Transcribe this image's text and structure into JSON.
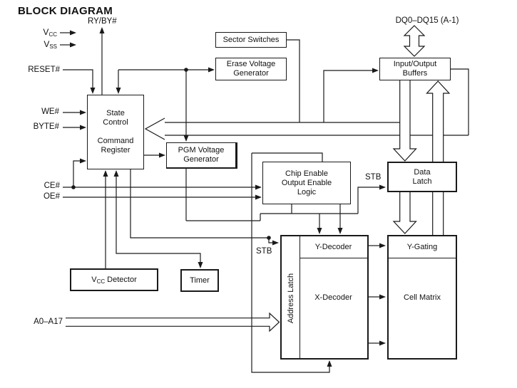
{
  "title": "BLOCK DIAGRAM",
  "labels": {
    "ryby": "RY/BY#",
    "vcc": {
      "base": "V",
      "sub": "CC"
    },
    "vss": {
      "base": "V",
      "sub": "SS"
    },
    "reset": "RESET#",
    "we": "WE#",
    "byte": "BYTE#",
    "ce": "CE#",
    "oe": "OE#",
    "addr": "A0–A17",
    "dq": "DQ0–DQ15 (A-1)",
    "stb_data": "STB",
    "stb_addr": "STB"
  },
  "blocks": {
    "state_control": "State\nControl\n\nCommand\nRegister",
    "sector_switches": "Sector Switches",
    "erase_voltage_generator": "Erase Voltage\nGenerator",
    "io_buffers": "Input/Output\nBuffers",
    "pgm_voltage_generator": "PGM Voltage\nGenerator",
    "chip_enable_logic": "Chip Enable\nOutput Enable\nLogic",
    "data_latch": "Data\nLatch",
    "y_decoder": "Y-Decoder",
    "x_decoder": "X-Decoder",
    "address_latch": "Address Latch",
    "y_gating": "Y-Gating",
    "cell_matrix": "Cell Matrix",
    "vcc_detector": {
      "base": "V",
      "sub": "CC",
      "rest": " Detector"
    },
    "timer": "Timer"
  },
  "colors": {
    "line": "#1a1a1a",
    "text": "#111111",
    "background": "#ffffff"
  }
}
